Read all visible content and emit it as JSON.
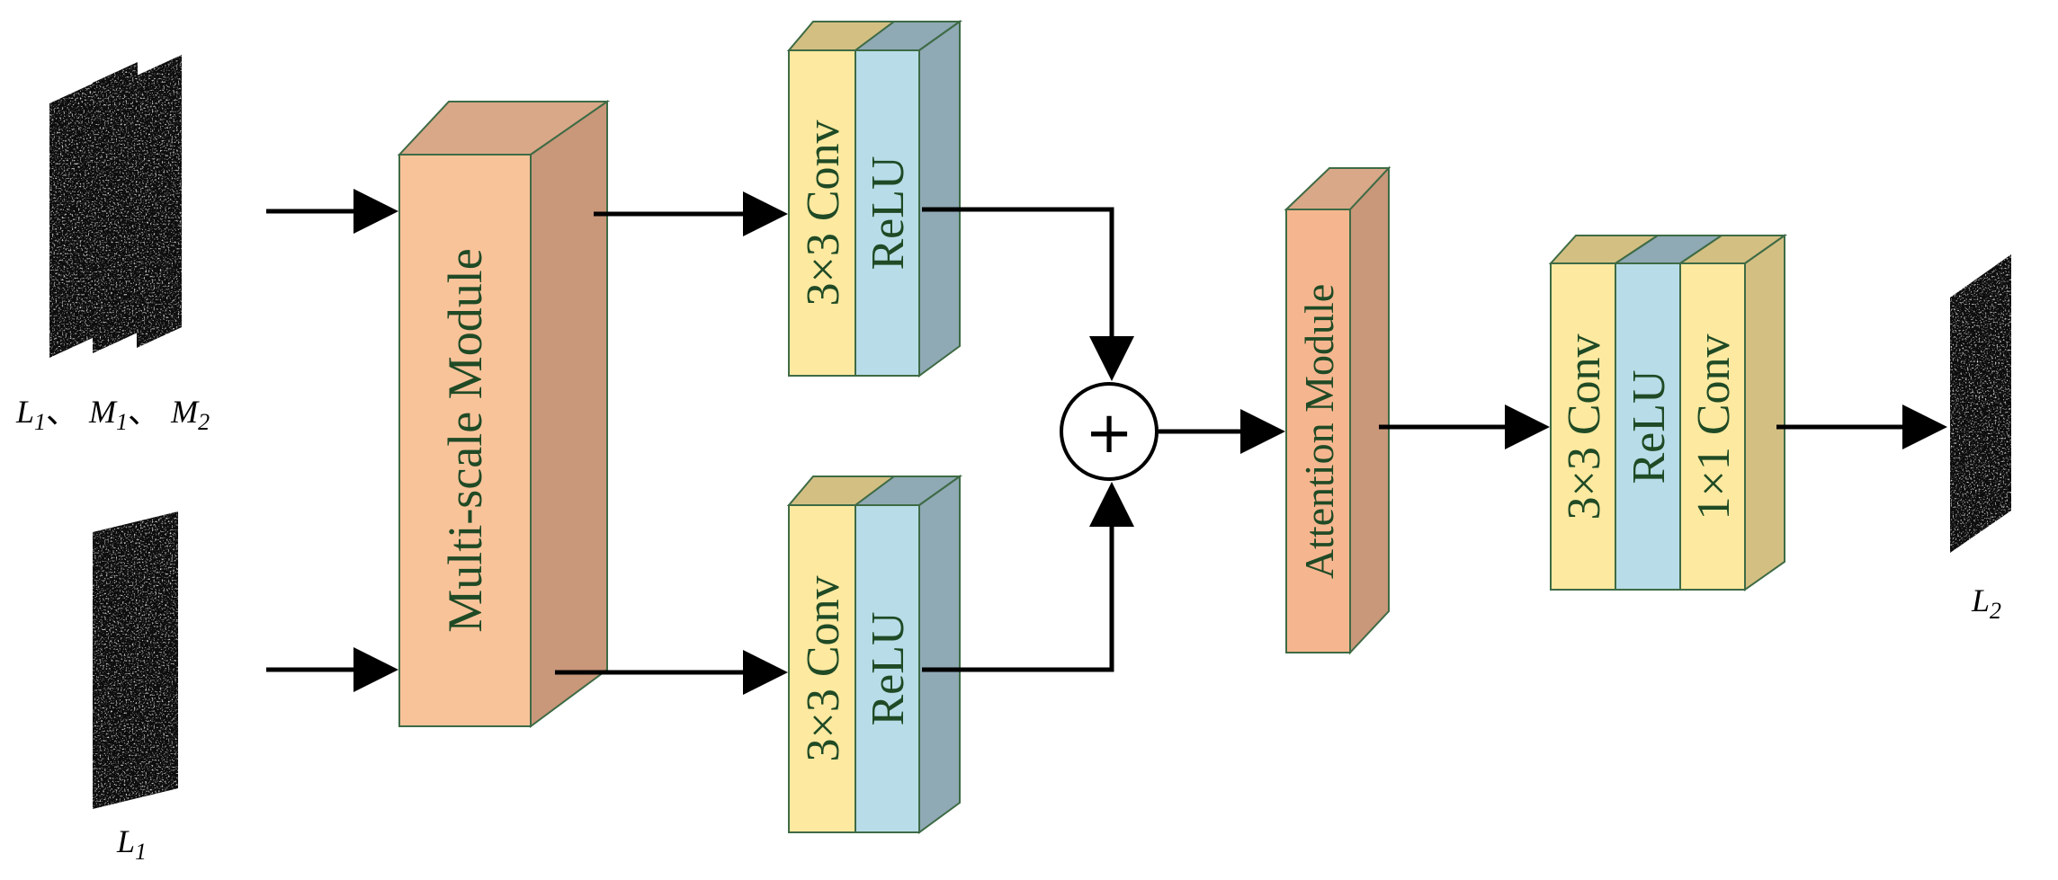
{
  "inputs": {
    "stack_caption": {
      "parts": [
        "L",
        "1",
        "、",
        "M",
        "1",
        "、",
        "M",
        "2"
      ]
    },
    "single_caption": {
      "parts": [
        "L",
        "1"
      ]
    }
  },
  "modules": {
    "multiscale": "Multi-scale Module",
    "top_block": {
      "conv": "3×3 Conv",
      "relu": "ReLU"
    },
    "bottom_block": {
      "conv": "3×3 Conv",
      "relu": "ReLU"
    },
    "sum_symbol": "+",
    "attention": "Attention Module",
    "final_block": {
      "conv1": "3×3 Conv",
      "relu": "ReLU",
      "conv2": "1×1 Conv"
    }
  },
  "output": {
    "caption": {
      "parts": [
        "L",
        "2"
      ]
    }
  },
  "colors": {
    "multiscale_front": "#f9c39a",
    "multiscale_side": "#c9977a",
    "conv_face": "#fde9a0",
    "conv_side": "#d4bf83",
    "relu_face": "#b8dde8",
    "relu_side": "#8fa9b5",
    "attention_front": "#f5b68f",
    "attention_side": "#c9977a",
    "border": "#3e6b45",
    "text": "#1f4a25"
  }
}
